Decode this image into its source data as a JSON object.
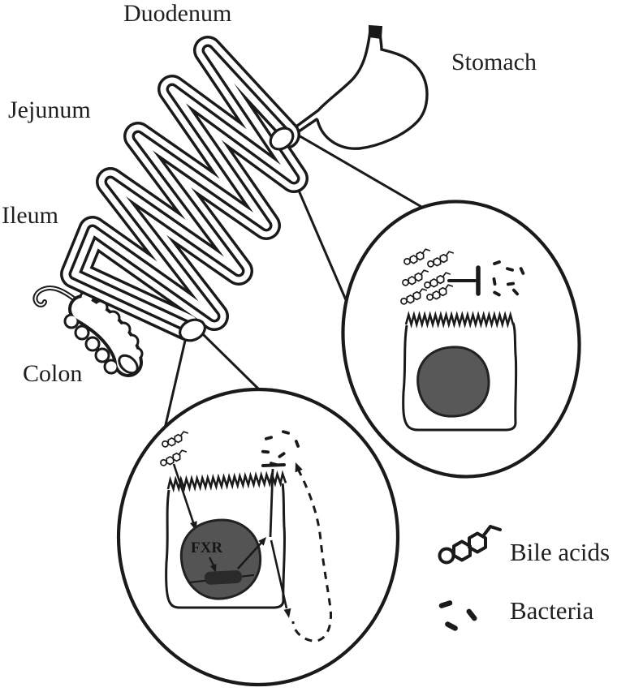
{
  "figure": {
    "organ_labels": {
      "duodenum": "Duodenum",
      "stomach": "Stomach",
      "jejunum": "Jejunum",
      "ileum": "Ileum",
      "colon": "Colon"
    },
    "cell_labels": {
      "nuclear_receptor": "FXR"
    },
    "legend": {
      "items": [
        {
          "icon": "bile-acid-icon",
          "label": "Bile acids"
        },
        {
          "icon": "bacteria-icon",
          "label": "Bacteria"
        }
      ]
    },
    "colors": {
      "ink": "#1a1a1a",
      "nucleus_gray": "#585858",
      "gene_bar": "#2a2a2a",
      "background": "#ffffff"
    }
  }
}
